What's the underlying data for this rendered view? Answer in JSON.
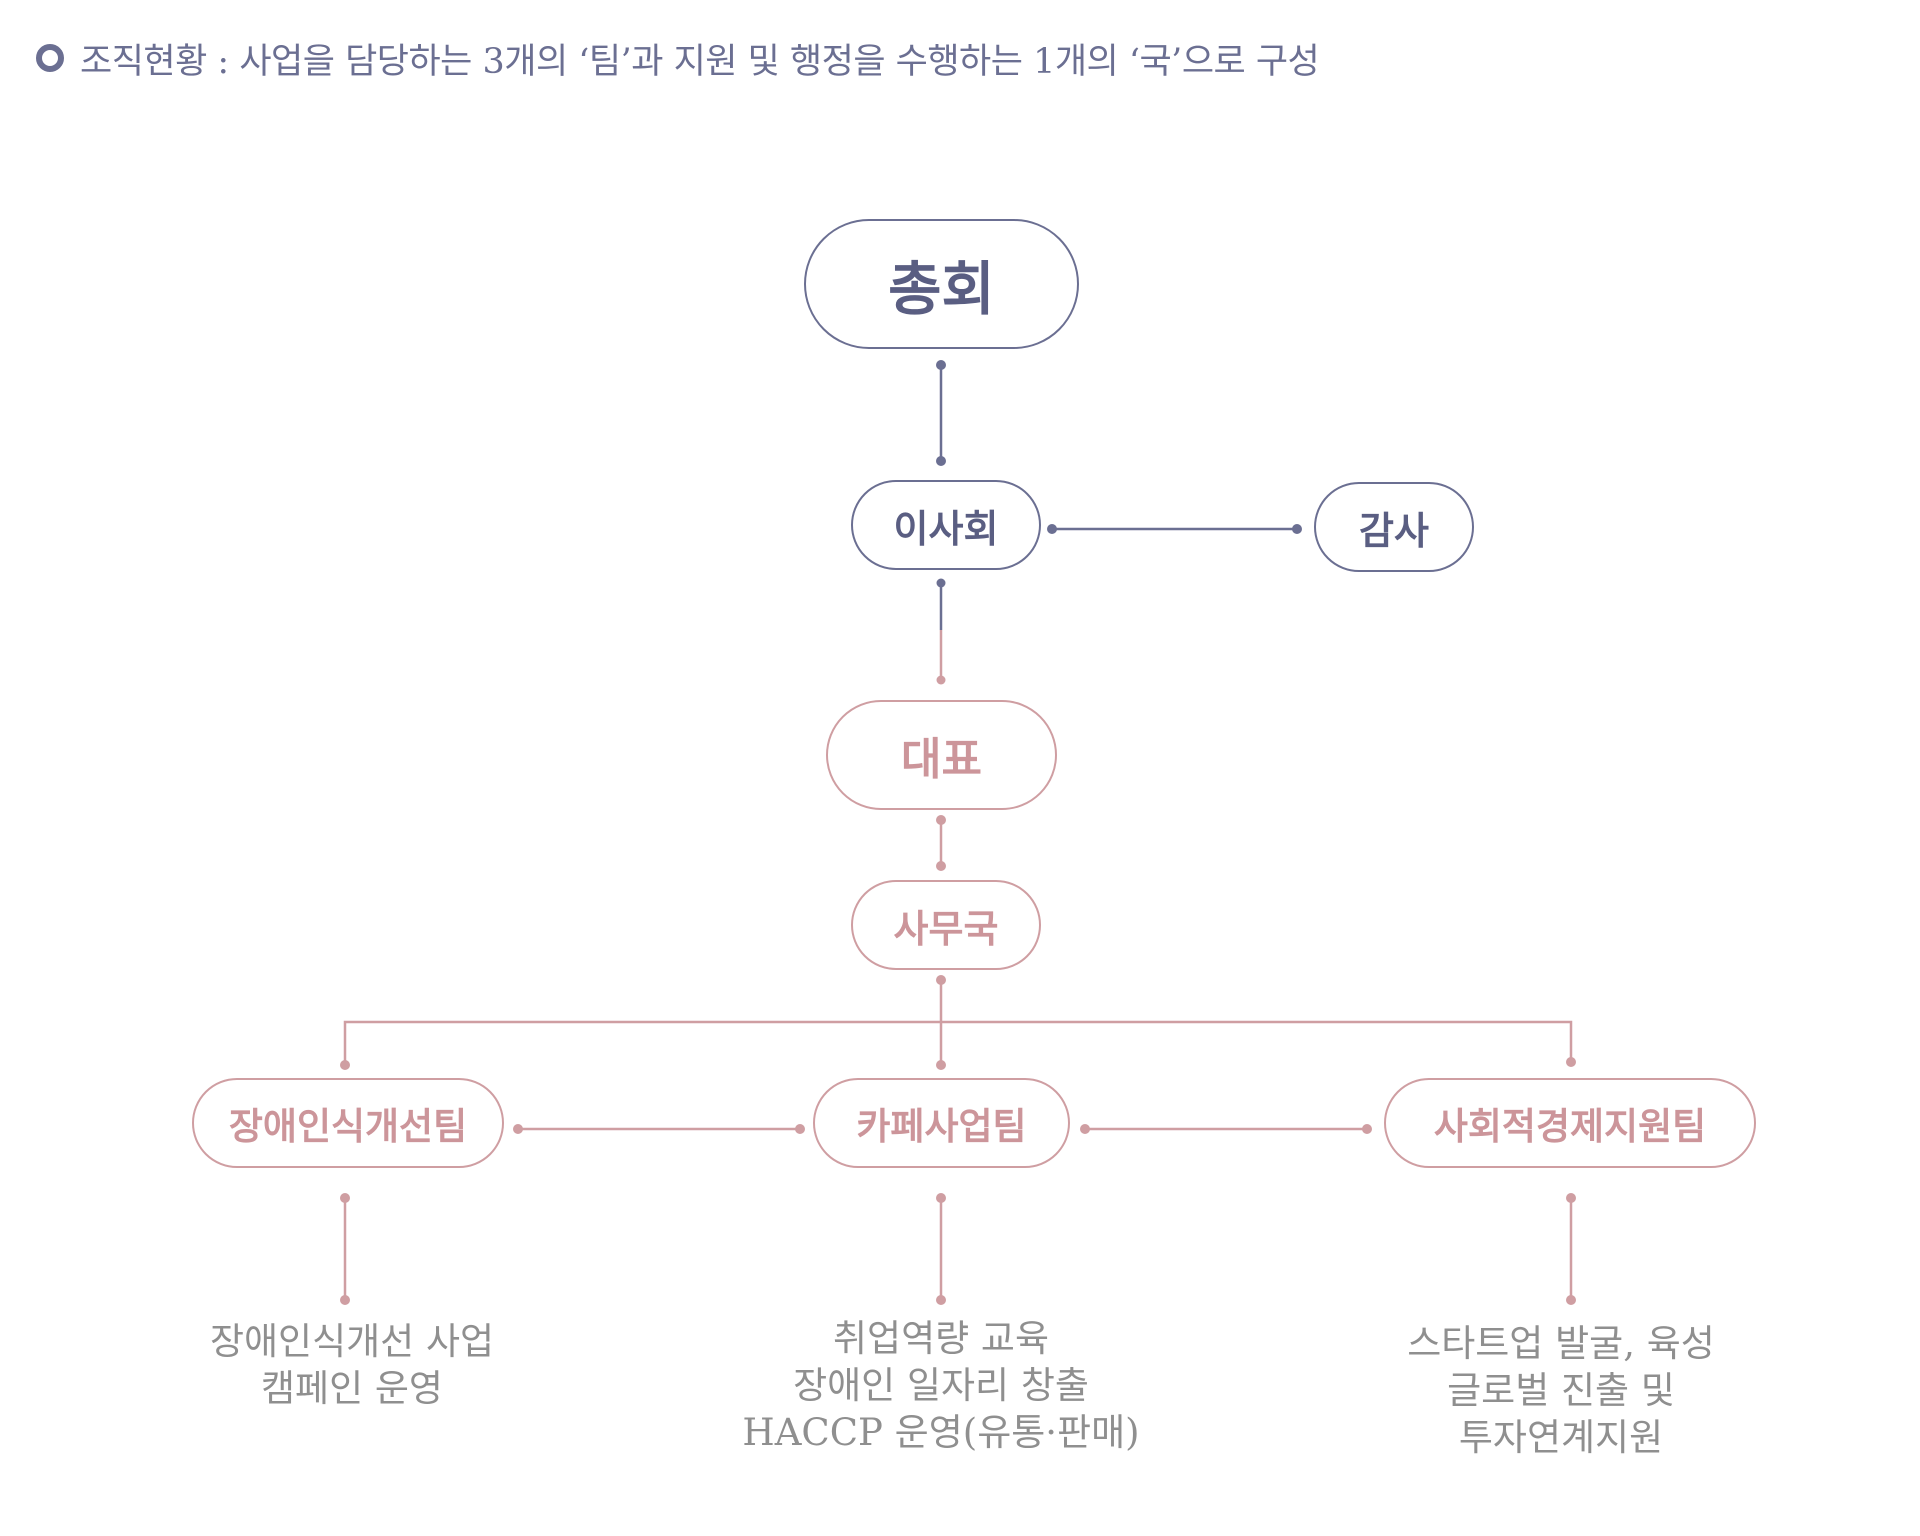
{
  "heading": {
    "text": "조직현황 : 사업을 담당하는 3개의 ‘팀’과 지원 및 행정을 수행하는 1개의 ‘국’으로 구성"
  },
  "nodes": {
    "general_assembly": "총회",
    "board": "이사회",
    "auditor": "감사",
    "ceo": "대표",
    "secretariat": "사무국",
    "team_awareness": "장애인식개선팀",
    "team_cafe": "카페사업팀",
    "team_social": "사회적경제지원팀"
  },
  "descriptions": {
    "awareness": [
      "장애인식개선 사업",
      "캠페인 운영"
    ],
    "cafe": [
      "취업역량 교육",
      "장애인 일자리 창출",
      "HACCP 운영(유통·판매)"
    ],
    "social": [
      "스타트업 발굴, 육성",
      "글로벌 진출 및",
      "투자연계지원"
    ]
  },
  "colors": {
    "navy": "#6b6f92",
    "rose": "#cf9ea2",
    "description_gray": "#8f8f8f"
  }
}
